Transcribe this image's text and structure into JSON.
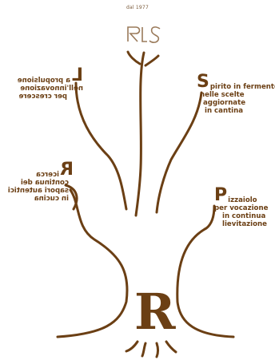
{
  "brand": {
    "since": "dal 1977",
    "colors": {
      "brand_brown": "#6b3f14",
      "light_brown": "#9a7a5a"
    },
    "logo_icon": "rls-monogram-icon"
  },
  "branches": {
    "l": {
      "letter": "L",
      "lines": [
        "a propulsione",
        "nell'innovazione",
        "per crescere"
      ],
      "mirrored": true
    },
    "s": {
      "letter": "S",
      "lines": [
        "pirito in fermento",
        "nelle scelte",
        "aggiornate",
        "in cantina"
      ],
      "mirrored": false
    },
    "r": {
      "letter": "R",
      "lines": [
        "icerca",
        "continua dei",
        "sapori autentici",
        "in cucina"
      ],
      "mirrored": true
    },
    "p": {
      "letter": "P",
      "lines": [
        "izzaiolo",
        "per vocazione",
        "in continua",
        "lievitazione"
      ],
      "mirrored": false
    }
  },
  "trunk": {
    "letter": "R"
  }
}
